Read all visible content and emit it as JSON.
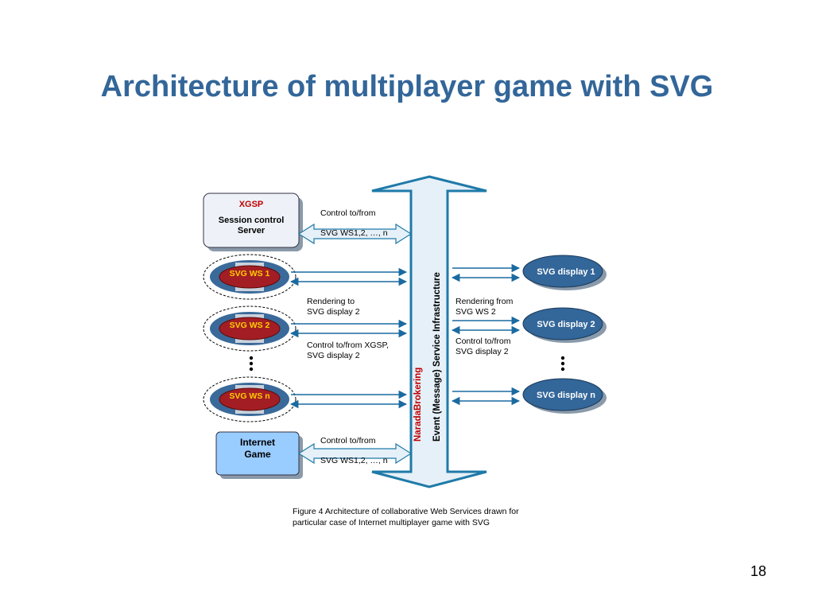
{
  "title": "Architecture of multiplayer game with SVG",
  "page_number": "18",
  "caption_line1": "Figure 4  Architecture of collaborative  Web Services drawn for",
  "caption_line2": "particular case of Internet multiplayer game with SVG",
  "xgsp": {
    "name": "XGSP",
    "line1": "Session control",
    "line2": "Server"
  },
  "internet_game": {
    "line1": "Internet",
    "line2": "Game"
  },
  "broker": {
    "name": "NaradaBrokering",
    "infra": "Event (Message) Service Infrastructure"
  },
  "workstations": [
    "SVG WS 1",
    "SVG WS 2",
    "SVG WS n"
  ],
  "displays": [
    "SVG display 1",
    "SVG display 2",
    "SVG display n"
  ],
  "labels": {
    "ctrl_top_1": "Control to/from",
    "ctrl_top_2": "SVG WS1,2, …, n",
    "render_to_1": "Rendering to",
    "render_to_2": "SVG display 2",
    "ctrl_xgsp_1": "Control to/from XGSP,",
    "ctrl_xgsp_2": "SVG display 2",
    "render_from_1": "Rendering from",
    "render_from_2": "SVG WS 2",
    "ctrl_disp_1": "Control to/from",
    "ctrl_disp_2": "SVG display 2",
    "ctrl_bottom_1": "Control to/from",
    "ctrl_bottom_2": "SVG WS1,2, …, n"
  },
  "colors": {
    "title": "#336699",
    "broker_fill": "#e6f0f8",
    "broker_stroke": "#1f7aa8",
    "arrow": "#1a6aa0",
    "display_fill": "#336699",
    "ws_fill": "#a31e24",
    "xgsp_red": "#c00000",
    "game_fill": "#99ccff"
  }
}
